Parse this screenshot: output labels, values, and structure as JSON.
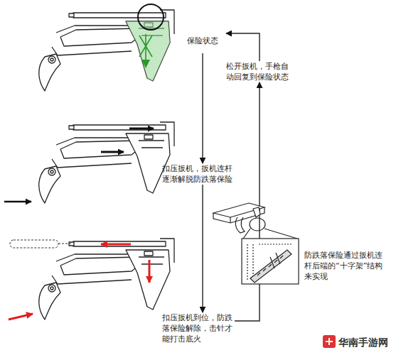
{
  "diagram": {
    "nodes": [
      {
        "text": [
          "保险状态"
        ]
      },
      {
        "text": [
          "扣压扳机，扳机连杆逐渐解脱防跌落保险"
        ]
      },
      {
        "text": [
          "扣压扳机到位，防跌落保险解除，击针才能打击底火"
        ]
      },
      {
        "text": [
          "松开扳机，手枪自动回复到保险状态"
        ]
      }
    ],
    "edges": [
      {
        "from": 0,
        "to": 1,
        "arrow": "to"
      },
      {
        "from": 1,
        "to": 2,
        "arrow": "to"
      },
      {
        "from": 2,
        "to": 3,
        "arrow": "to"
      },
      {
        "from": 3,
        "to": 0,
        "arrow": "to"
      }
    ],
    "labels": [
      "防跌落保险通过扳机连杆后端的“十字架”结构来实现",
      "华南手游网"
    ]
  }
}
